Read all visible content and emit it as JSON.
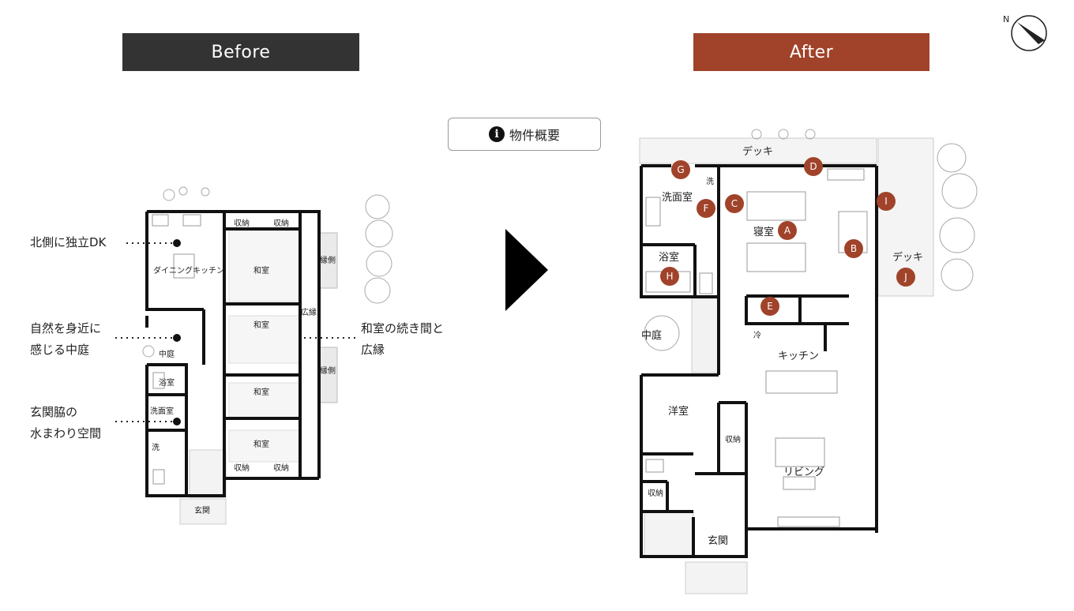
{
  "labels": {
    "before": "Before",
    "after": "After"
  },
  "overview": {
    "label": "物件概要",
    "icon": "info-icon"
  },
  "compass": {
    "north": "N"
  },
  "callouts": {
    "c1": "北側に独立DK",
    "c2_line1": "自然を身近に",
    "c2_line2": "感じる中庭",
    "c3_line1": "玄関脇の",
    "c3_line2": "水まわり空間",
    "c4_line1": "和室の続き間と",
    "c4_line2": "広縁"
  },
  "before_rooms": {
    "storage1": "収納",
    "storage2": "収納",
    "storage3": "収納",
    "storage4": "収納",
    "dk": "ダイニングキッチン",
    "washitsu1": "和室",
    "washitsu2": "和室",
    "washitsu3": "和室",
    "washitsu4": "和室",
    "engawa1": "縁側",
    "hiroen": "広縁",
    "engawa2": "縁側",
    "courtyard": "中庭",
    "bath": "浴室",
    "washroom": "洗面室",
    "wash": "洗",
    "entrance": "玄関"
  },
  "after_rooms": {
    "deck_top": "デッキ",
    "deck_right": "デッキ",
    "washroom": "洗面室",
    "wash": "洗",
    "bedroom": "寝室",
    "bath": "浴室",
    "courtyard": "中庭",
    "fridge": "冷",
    "kitchen": "キッチン",
    "western": "洋室",
    "storage1": "収納",
    "storage2": "収納",
    "living": "リビング",
    "entrance": "玄関"
  },
  "markers": [
    "A",
    "B",
    "C",
    "D",
    "E",
    "F",
    "G",
    "H",
    "I",
    "J"
  ],
  "colors": {
    "accent": "#a0432a",
    "before_bg": "#333333"
  }
}
